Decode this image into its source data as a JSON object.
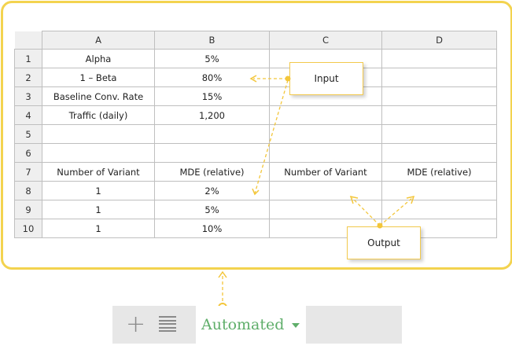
{
  "spreadsheet": {
    "columns": [
      "A",
      "B",
      "C",
      "D"
    ],
    "rows": [
      {
        "num": "1",
        "a": "Alpha",
        "b": "5%",
        "c": "",
        "d": ""
      },
      {
        "num": "2",
        "a": "1 – Beta",
        "b": "80%",
        "c": "",
        "d": ""
      },
      {
        "num": "3",
        "a": "Baseline Conv. Rate",
        "b": "15%",
        "c": "",
        "d": ""
      },
      {
        "num": "4",
        "a": "Traffic (daily)",
        "b": "1,200",
        "c": "",
        "d": ""
      },
      {
        "num": "5",
        "a": "",
        "b": "",
        "c": "",
        "d": ""
      },
      {
        "num": "6",
        "a": "",
        "b": "",
        "c": "",
        "d": ""
      },
      {
        "num": "7",
        "a": "Number of Variant",
        "b": "MDE (relative)",
        "c": "Number of Variant",
        "d": "MDE (relative)"
      },
      {
        "num": "8",
        "a": "1",
        "b": "2%",
        "c": "",
        "d": ""
      },
      {
        "num": "9",
        "a": "1",
        "b": "5%",
        "c": "",
        "d": ""
      },
      {
        "num": "10",
        "a": "1",
        "b": "10%",
        "c": "",
        "d": ""
      }
    ]
  },
  "annotations": {
    "input_label": "Input",
    "output_label": "Output"
  },
  "toolbar": {
    "add_icon": "plus-icon",
    "list_icon": "list-icon",
    "active_tab_label": "Automated"
  },
  "colors": {
    "highlight": "#f3d34f",
    "tab_text": "#5fae6a",
    "toolbar_bg": "#e7e7e7"
  }
}
